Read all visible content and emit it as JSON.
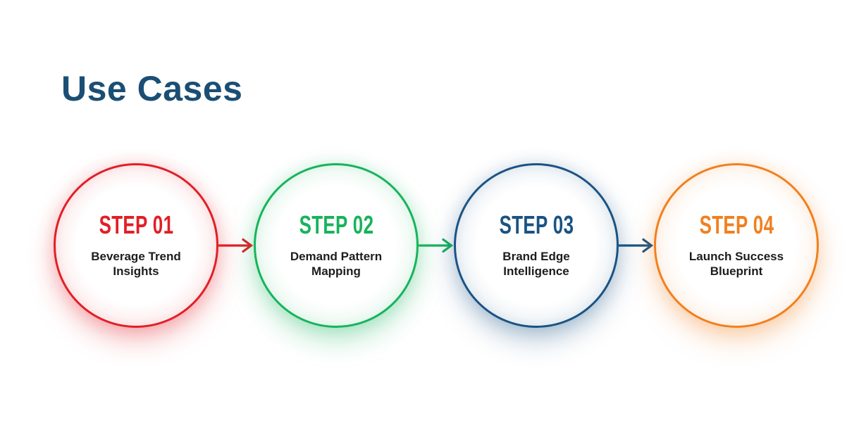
{
  "title": "Use Cases",
  "colors": {
    "background": "#FFFFFF",
    "title": "#1B4E74",
    "body_text": "#1D1D1D"
  },
  "steps": [
    {
      "label": "STEP 01",
      "line1": "Beverage Trend",
      "line2": "Insights",
      "color": "#E21E26"
    },
    {
      "label": "STEP 02",
      "line1": "Demand Pattern",
      "line2": "Mapping",
      "color": "#17B35C"
    },
    {
      "label": "STEP 03",
      "line1": "Brand Edge",
      "line2": "Intelligence",
      "color": "#1A5384"
    },
    {
      "label": "STEP 04",
      "line1": "Launch Success",
      "line2": "Blueprint",
      "color": "#F0801F"
    }
  ],
  "arrows": [
    {
      "from": "STEP 01",
      "to": "STEP 02",
      "color": "#E21E26"
    },
    {
      "from": "STEP 02",
      "to": "STEP 03",
      "color": "#17B35C"
    },
    {
      "from": "STEP 03",
      "to": "STEP 04",
      "color": "#1A5384"
    }
  ]
}
